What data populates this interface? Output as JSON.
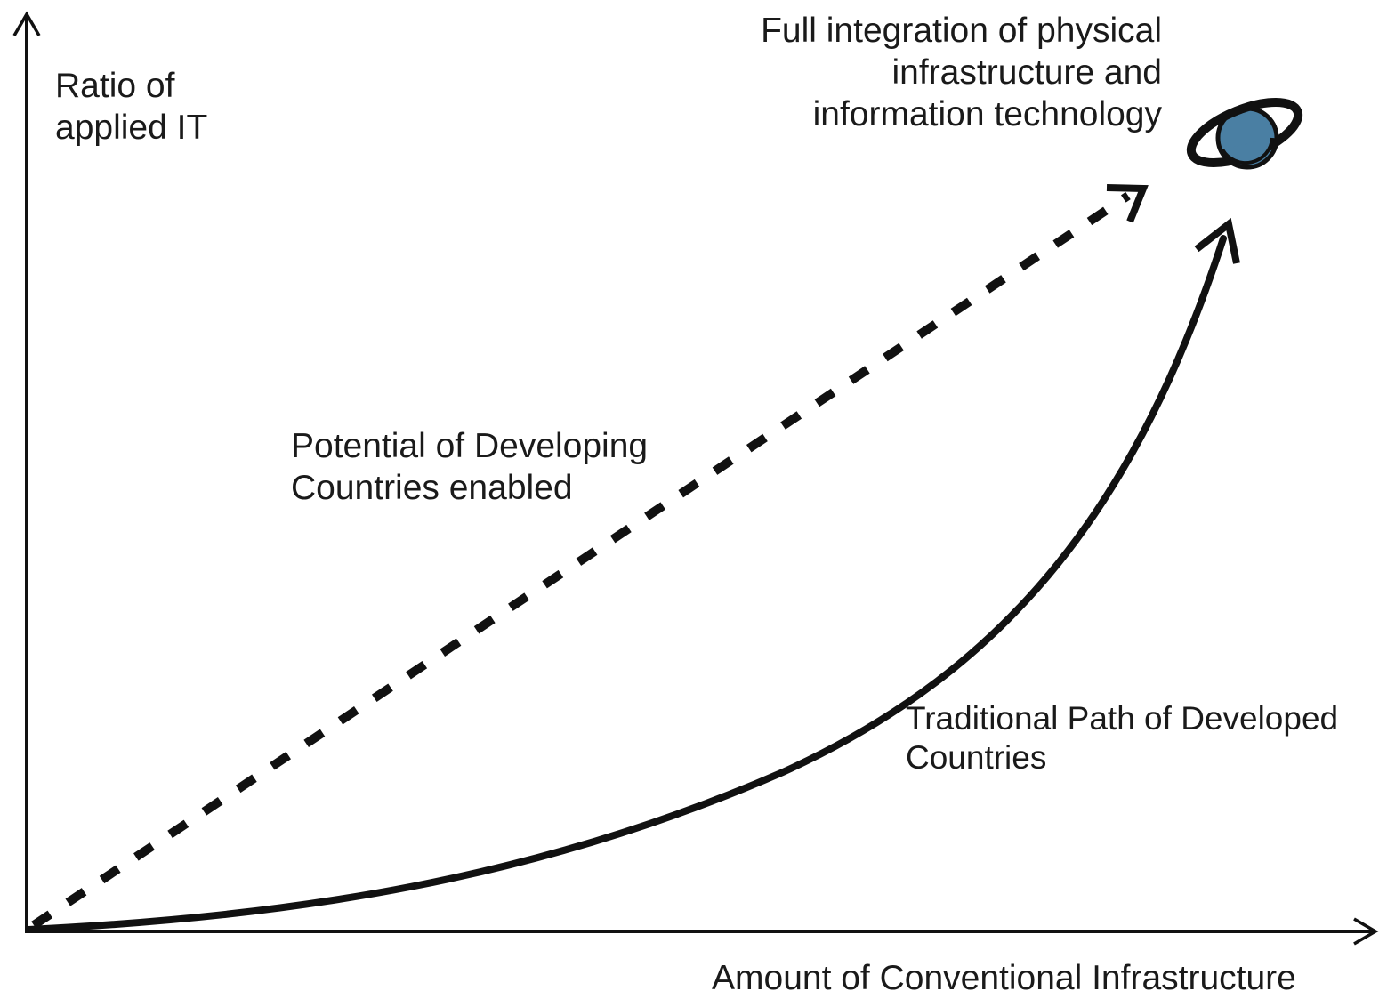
{
  "axes": {
    "y_label_lines": [
      "Ratio of",
      "applied IT"
    ],
    "x_label": "Amount of Conventional Infrastructure"
  },
  "goal": {
    "label_lines": [
      "Full integration of physical",
      "infrastructure and",
      "information technology"
    ],
    "icon": "planet-icon",
    "planet_color": "#4a7fa3",
    "ring_color": "#111111"
  },
  "paths": {
    "developing": {
      "label_lines": [
        "Potential of Developing",
        "Countries enabled"
      ],
      "style": "dashed"
    },
    "developed": {
      "label_lines": [
        "Traditional Path of Developed",
        "Countries"
      ],
      "style": "solid"
    }
  },
  "colors": {
    "ink": "#111111",
    "background": "#ffffff"
  }
}
